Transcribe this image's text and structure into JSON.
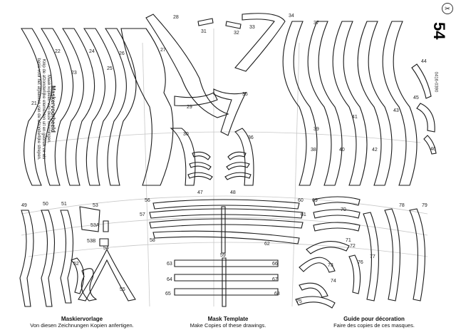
{
  "issue_number": "54",
  "page_code": "0416-0390",
  "side_note": {
    "title": "Maskervoorbeeld",
    "line1": "Maak kopieën van deze tekeningen.",
    "line2": "Knip de afzonderlijke elementen uit en gebruik ze als",
    "line3": "basis voor het afplakken van de afzonderlijke strepen."
  },
  "captions": {
    "de": {
      "title": "Maskiervorlage",
      "text": "Von diesen Zeichnungen Kopien anfertigen."
    },
    "en": {
      "title": "Mask Template",
      "text": "Make Copies of these drawings."
    },
    "fr": {
      "title": "Guide pour décoration",
      "text": "Faire des copies de ces masques."
    }
  },
  "part_labels": [
    "21",
    "22",
    "23",
    "24",
    "25",
    "26",
    "27",
    "28",
    "29",
    "30",
    "31",
    "32",
    "33",
    "34",
    "35",
    "36",
    "37",
    "38",
    "39",
    "40",
    "41",
    "42",
    "43",
    "44",
    "45",
    "46",
    "47",
    "48",
    "49",
    "50",
    "51",
    "52",
    "53",
    "53A",
    "53B",
    "54",
    "55",
    "56",
    "57",
    "58",
    "59",
    "60",
    "61",
    "62",
    "63",
    "64",
    "65",
    "66",
    "67",
    "68",
    "69",
    "70",
    "71",
    "72",
    "73",
    "74",
    "75",
    "76",
    "77",
    "78",
    "79"
  ],
  "icons": {
    "scissors": "scissors-icon"
  }
}
